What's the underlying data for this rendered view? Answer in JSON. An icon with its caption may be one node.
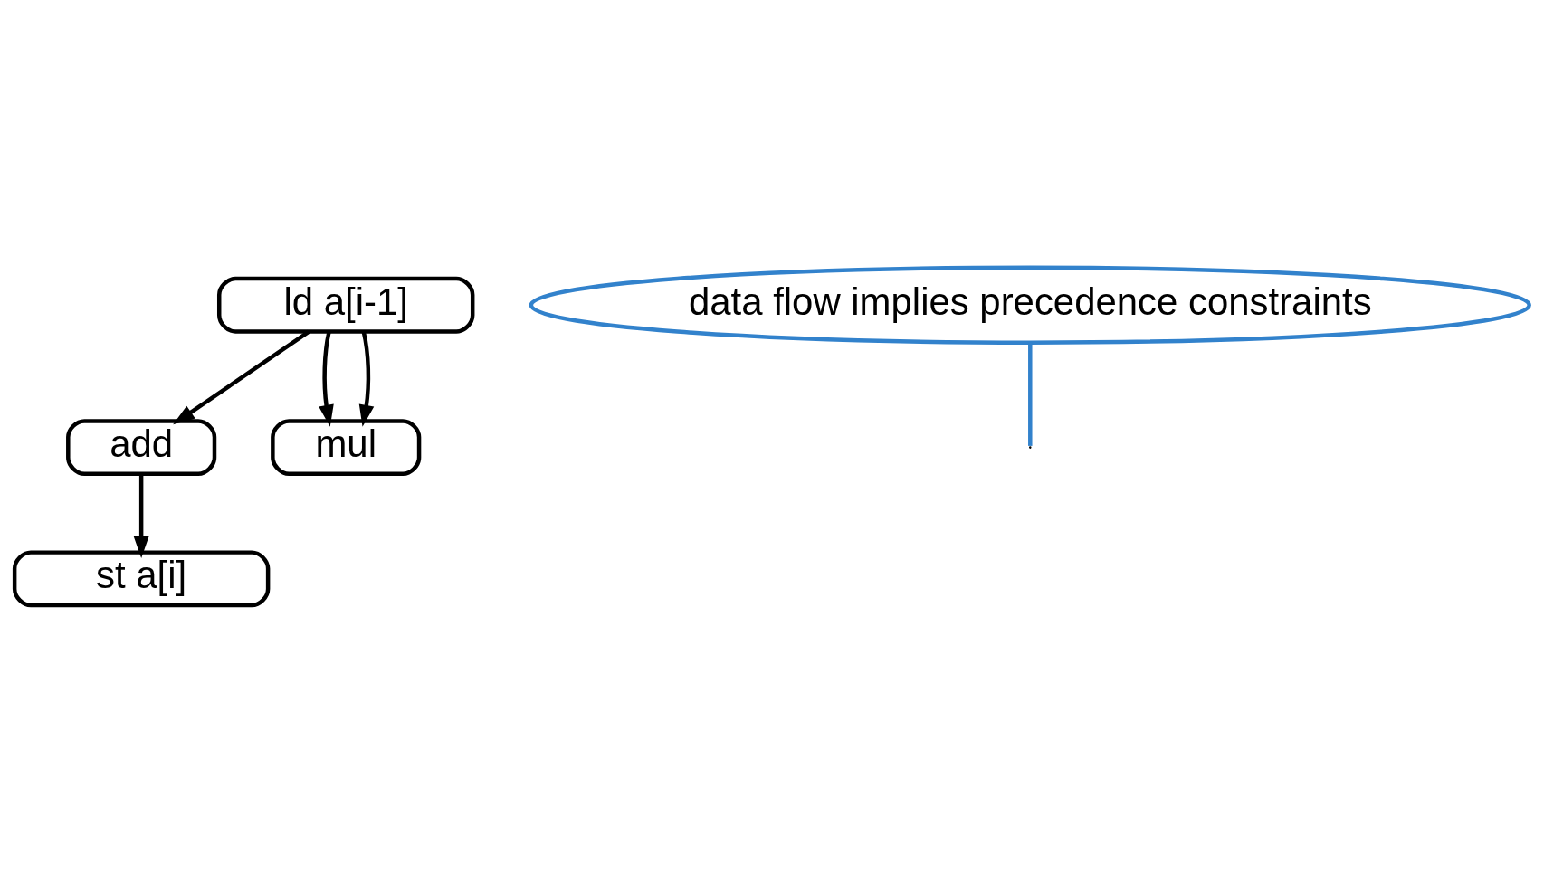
{
  "diagram": {
    "nodes": [
      {
        "text": [
          "ld a[i-1]"
        ]
      },
      {
        "text": [
          "add"
        ]
      },
      {
        "text": [
          "mul"
        ]
      },
      {
        "text": [
          "st a[i]"
        ]
      },
      {
        "text": [
          "data flow implies precedence constraints"
        ]
      }
    ],
    "edges": [
      {
        "from": 0,
        "to": 1,
        "arrow": "to"
      },
      {
        "from": 0,
        "to": 2,
        "arrow": "to"
      },
      {
        "from": 0,
        "to": 2,
        "arrow": "to"
      },
      {
        "from": 1,
        "to": 3,
        "arrow": "to"
      },
      {
        "from": 4,
        "to": null,
        "arrow": "none",
        "color": "#3282cc"
      }
    ]
  }
}
